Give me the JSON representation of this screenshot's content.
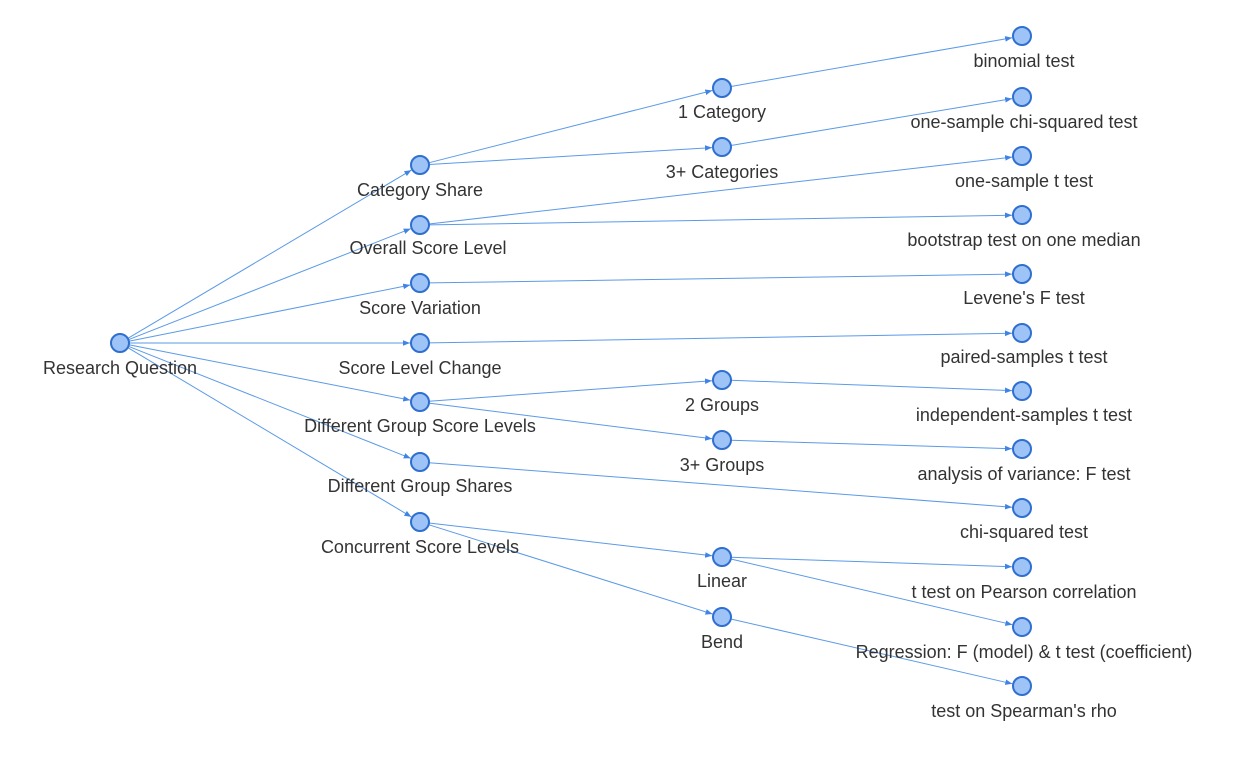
{
  "colors": {
    "edge": "#5b9ae8",
    "node_fill": "#9ec4f7",
    "node_stroke": "#2f6fd0",
    "label": "#333333",
    "background": "#ffffff"
  },
  "nodes": [
    {
      "id": "root",
      "label": "Research Question"
    },
    {
      "id": "cat_share",
      "label": "Category Share"
    },
    {
      "id": "overall_level",
      "label": "Overall Score Level"
    },
    {
      "id": "score_var",
      "label": "Score Variation"
    },
    {
      "id": "level_change",
      "label": "Score Level Change"
    },
    {
      "id": "diff_group_levels",
      "label": "Different Group Score Levels"
    },
    {
      "id": "diff_group_shares",
      "label": "Different Group Shares"
    },
    {
      "id": "concurrent",
      "label": "Concurrent Score Levels"
    },
    {
      "id": "one_cat",
      "label": "1 Category"
    },
    {
      "id": "three_cat",
      "label": "3+ Categories"
    },
    {
      "id": "two_groups",
      "label": "2 Groups"
    },
    {
      "id": "three_groups",
      "label": "3+ Groups"
    },
    {
      "id": "linear",
      "label": "Linear"
    },
    {
      "id": "bend",
      "label": "Bend"
    },
    {
      "id": "binomial",
      "label": "binomial test"
    },
    {
      "id": "chi_one",
      "label": "one-sample chi-squared test"
    },
    {
      "id": "t_one",
      "label": "one-sample t test"
    },
    {
      "id": "boot_median",
      "label": "bootstrap test on one median"
    },
    {
      "id": "levene",
      "label": "Levene's F test"
    },
    {
      "id": "paired_t",
      "label": "paired-samples t test"
    },
    {
      "id": "indep_t",
      "label": "independent-samples t test"
    },
    {
      "id": "anova",
      "label": "analysis of variance: F test"
    },
    {
      "id": "chi_sq",
      "label": "chi-squared test"
    },
    {
      "id": "t_pearson",
      "label": "t test on Pearson correlation"
    },
    {
      "id": "regression",
      "label": "Regression: F (model) & t test (coefficient)"
    },
    {
      "id": "spearman",
      "label": "test on Spearman's rho"
    }
  ],
  "edges": [
    [
      "root",
      "cat_share"
    ],
    [
      "root",
      "overall_level"
    ],
    [
      "root",
      "score_var"
    ],
    [
      "root",
      "level_change"
    ],
    [
      "root",
      "diff_group_levels"
    ],
    [
      "root",
      "diff_group_shares"
    ],
    [
      "root",
      "concurrent"
    ],
    [
      "cat_share",
      "one_cat"
    ],
    [
      "cat_share",
      "three_cat"
    ],
    [
      "one_cat",
      "binomial"
    ],
    [
      "three_cat",
      "chi_one"
    ],
    [
      "overall_level",
      "t_one"
    ],
    [
      "overall_level",
      "boot_median"
    ],
    [
      "score_var",
      "levene"
    ],
    [
      "level_change",
      "paired_t"
    ],
    [
      "diff_group_levels",
      "two_groups"
    ],
    [
      "diff_group_levels",
      "three_groups"
    ],
    [
      "two_groups",
      "indep_t"
    ],
    [
      "three_groups",
      "anova"
    ],
    [
      "diff_group_shares",
      "chi_sq"
    ],
    [
      "concurrent",
      "linear"
    ],
    [
      "concurrent",
      "bend"
    ],
    [
      "linear",
      "t_pearson"
    ],
    [
      "linear",
      "regression"
    ],
    [
      "bend",
      "spearman"
    ]
  ]
}
